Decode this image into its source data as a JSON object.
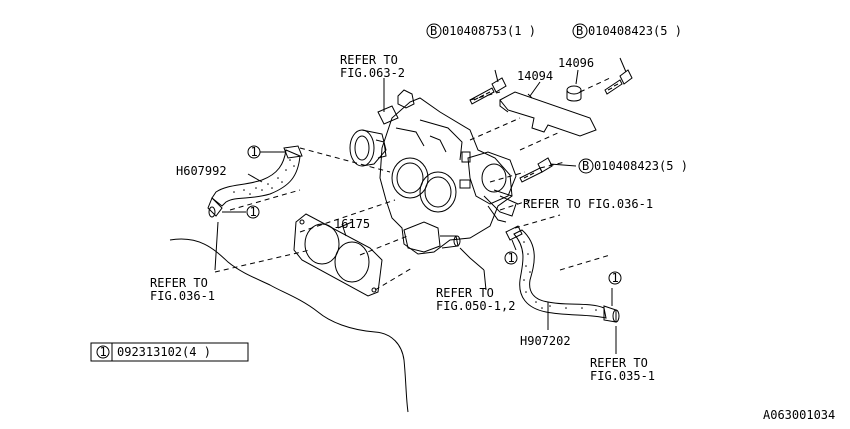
{
  "callouts": {
    "c1_num": "1",
    "c_b": "B",
    "bolt_top_part": "010408753(1 )",
    "bolt_right_part": "010408423(5 )",
    "bolt_mid_part": "010408423(5 )"
  },
  "parts": {
    "p14094": "14094",
    "p14096": "14096",
    "p16175": "16175",
    "h607992": "H607992",
    "h907202": "H907202"
  },
  "refers": {
    "refer_to": "REFER TO",
    "fig063": "FIG.063-2",
    "fig036_left": "FIG.036-1",
    "fig036_right": "REFER TO FIG.036-1",
    "fig050": "FIG.050-1,2",
    "fig035": "FIG.035-1"
  },
  "legend": {
    "num": "1",
    "part": "092313102(4 )"
  },
  "footer": {
    "code": "A063001034"
  }
}
